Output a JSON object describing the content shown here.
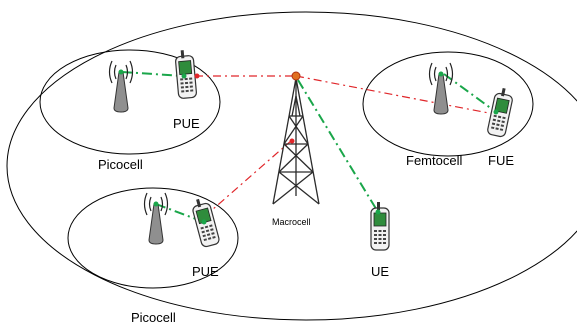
{
  "labels": {
    "pue_top": "PUE",
    "picocell_top": "Picocell",
    "femtocell": "Femtocell",
    "fue": "FUE",
    "macrocell": "Macrocell",
    "ue": "UE",
    "pue_bottom": "PUE",
    "picocell_bottom": "Picocell"
  },
  "colors": {
    "interference_link": "#e0262a",
    "serving_link": "#1aa64a",
    "outline": "#000000",
    "tower": "#2b2b2b",
    "phone_body": "#555555",
    "phone_screen": "#2f8c3c",
    "access_point": "#8f8f8f"
  },
  "icons": [
    "antenna-icon",
    "phone-icon",
    "tower-icon",
    "access-point-icon"
  ]
}
